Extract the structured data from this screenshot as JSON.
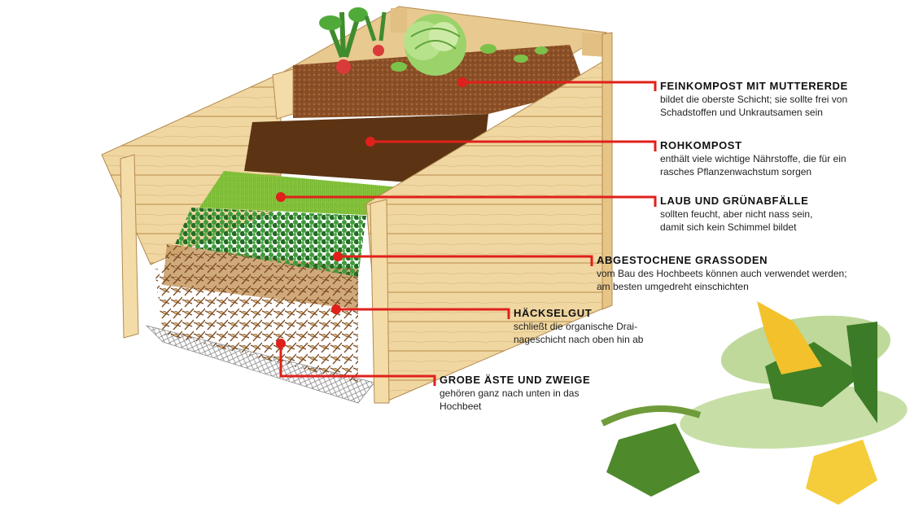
{
  "colors": {
    "leader_line": "#e0201b",
    "wood_light": "#f1d9a6",
    "wood_mid": "#e6c283",
    "wood_dark": "#c9a061",
    "fine_compost": "#8a4f27",
    "raw_compost": "#5c3414",
    "leaves_green": "#8cc63f",
    "grass_sod": "#2f7d32",
    "mesh": "#8c8c8c"
  },
  "icons": [
    "raised-bed-illustration",
    "lettuce-icon",
    "radish-icon",
    "zucchini-photo"
  ],
  "layers": [
    {
      "id": "feinkompost",
      "title": "FEINKOMPOST MIT MUTTERERDE",
      "desc": [
        "bildet die oberste Schicht; sie sollte frei von",
        "Schadstoffen und Unkrautsamen sein"
      ]
    },
    {
      "id": "rohkompost",
      "title": "ROHKOMPOST",
      "desc": [
        "enthält viele wichtige Nährstoffe, die für ein",
        "rasches Pflanzenwachstum sorgen"
      ]
    },
    {
      "id": "laub",
      "title": "LAUB UND GRÜNABFÄLLE",
      "desc": [
        "sollten feucht, aber nicht nass sein,",
        "damit sich kein Schimmel bildet"
      ]
    },
    {
      "id": "grassoden",
      "title": "ABGESTOCHENE GRASSODEN",
      "desc": [
        "vom Bau des Hochbeets können auch verwendet werden;",
        "am besten umgedreht einschichten"
      ]
    },
    {
      "id": "haeckselgut",
      "title": "HÄCKSELGUT",
      "desc": [
        "schließt die organische Drai-",
        "nageschicht nach oben hin ab"
      ]
    },
    {
      "id": "aeste",
      "title": "GROBE ÄSTE UND ZWEIGE",
      "desc": [
        "gehören ganz nach unten in das",
        "Hochbeet"
      ]
    }
  ]
}
